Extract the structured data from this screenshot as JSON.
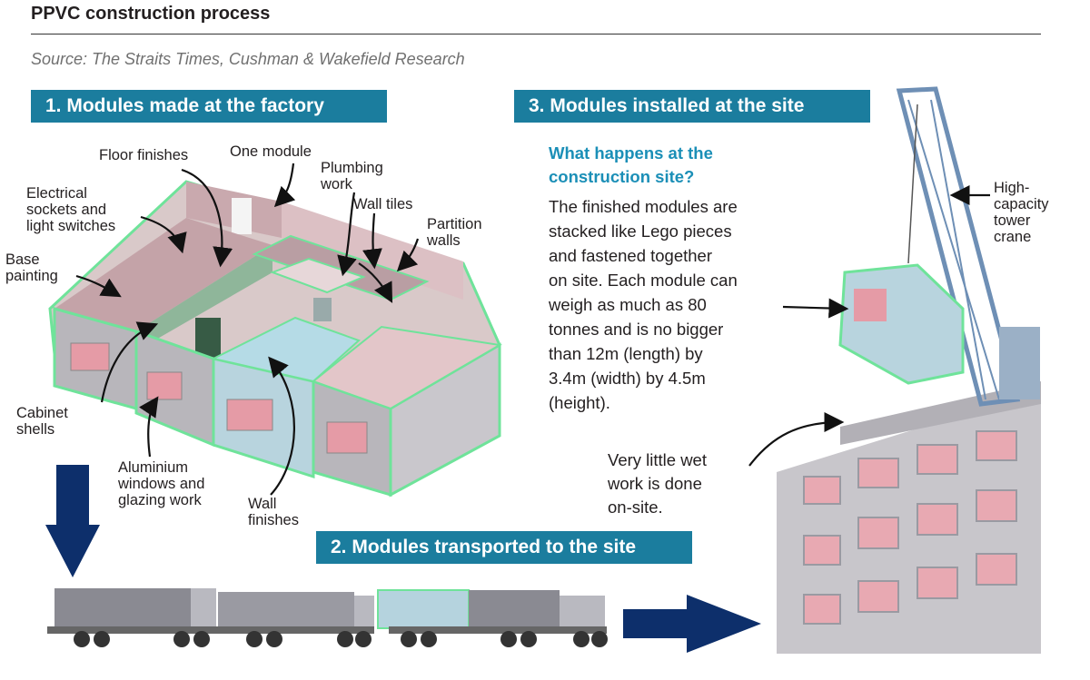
{
  "title": "PPVC construction process",
  "source": "Source: The Straits Times, Cushman & Wakefield Research",
  "steps": {
    "factory": "1. Modules made at the factory",
    "transport": "2. Modules transported to the site",
    "site": "3. Modules installed at the site"
  },
  "factory_labels": {
    "floor_finishes": "Floor finishes",
    "one_module": "One module",
    "plumbing": "Plumbing\nwork",
    "wall_tiles": "Wall tiles",
    "partition": "Partition\nwalls",
    "electrical": "Electrical\nsockets and\nlight switches",
    "base_painting": "Base\npainting",
    "cabinet": "Cabinet\nshells",
    "windows": "Aluminium\nwindows and\nglazing work",
    "wall_finishes": "Wall\nfinishes"
  },
  "site": {
    "heading": "What happens at the\nconstruction site?",
    "body": "The finished modules are\nstacked like Lego pieces\nand fastened together\non site. Each module can\nweigh as much as 80\ntonnes and is no bigger\nthan 12m (length) by\n3.4m (width) by 4.5m\n(height).",
    "wet_work": "Very little wet\nwork is done\non-site.",
    "crane": "High-\ncapacity\ntower\ncrane"
  },
  "colors": {
    "banner": "#1b7d9e",
    "heading": "#1b8fb7",
    "module_outline": "#5ee08a",
    "arrow": "#0d2f6b"
  }
}
